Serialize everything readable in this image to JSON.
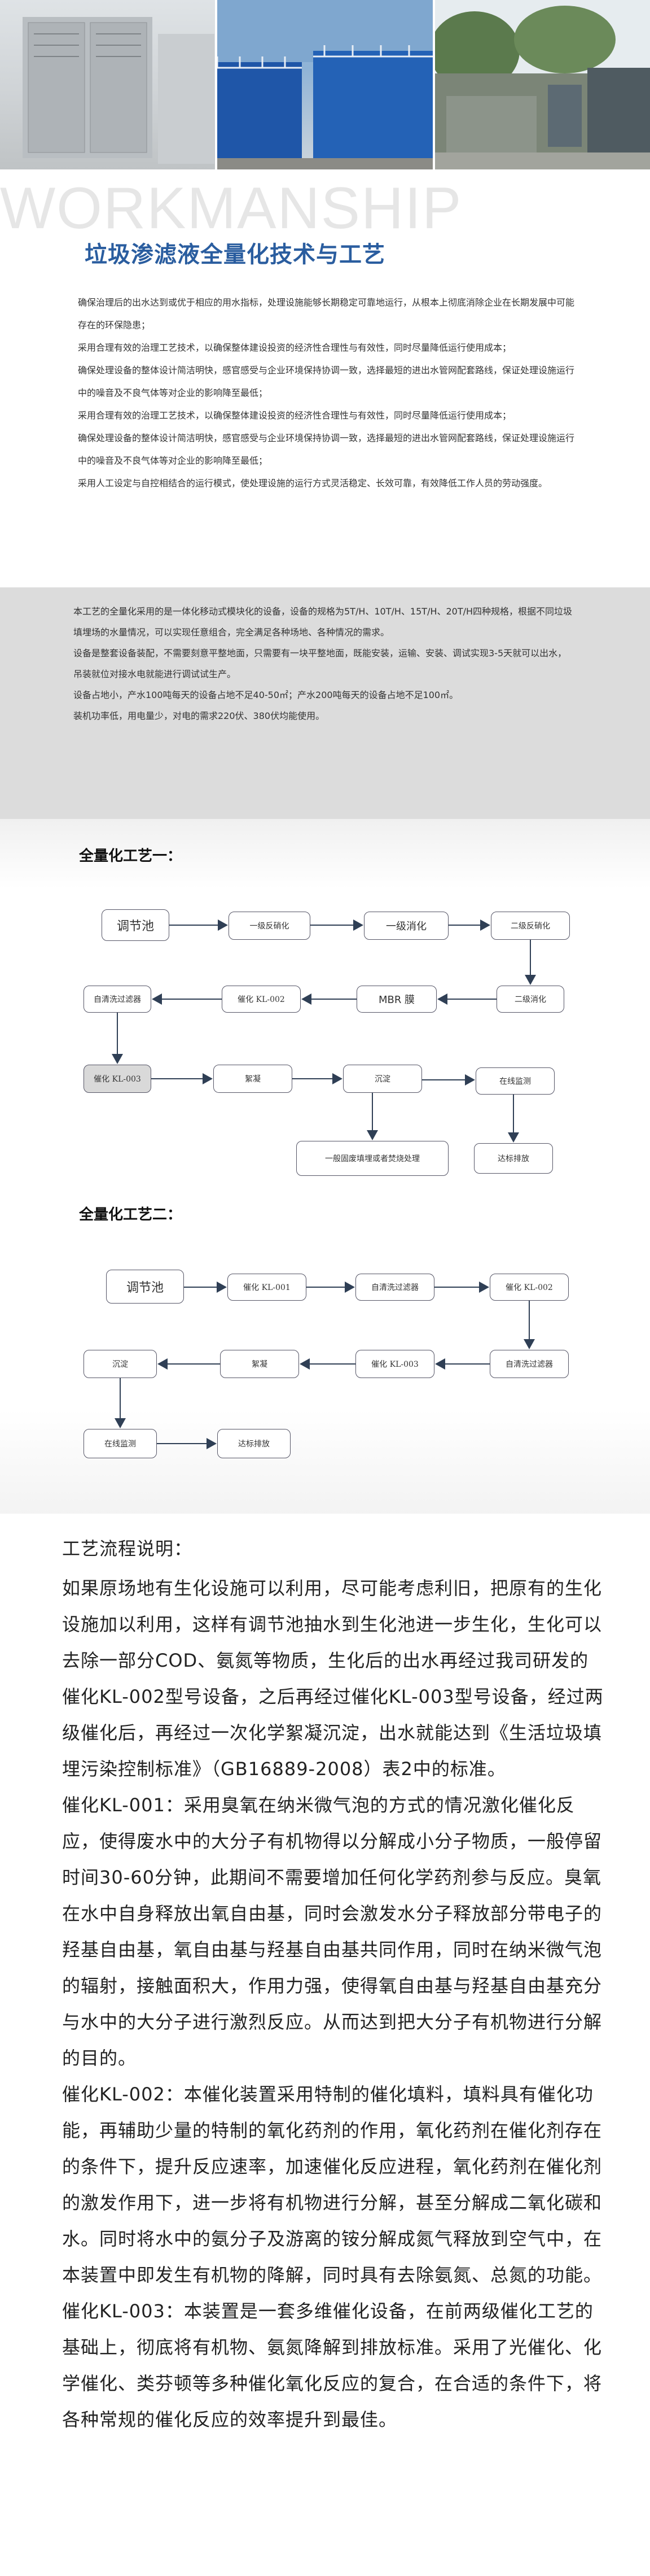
{
  "photos": [
    {
      "label": "container-equipment-photo"
    },
    {
      "label": "tank-plant-photo"
    },
    {
      "label": "outdoor-plant-photo"
    }
  ],
  "watermark": "WORKMANSHIP",
  "title": "垃圾渗滤液全量化技术与工艺",
  "intro": [
    "确保治理后的出水达到或优于相应的用水指标，处理设施能够长期稳定可靠地运行，从根本上彻底消除企业在长期发展中可能存在的环保隐患；",
    "采用合理有效的治理工艺技术，以确保整体建设投资的经济性合理性与有效性，同时尽量降低运行使用成本；",
    "确保处理设备的整体设计简洁明快，感官感受与企业环境保持协调一致，选择最短的进出水管网配套路线，保证处理设施运行中的噪音及不良气体等对企业的影响降至最低；",
    "采用合理有效的治理工艺技术，以确保整体建设投资的经济性合理性与有效性，同时尽量降低运行使用成本；",
    "确保处理设备的整体设计简洁明快，感官感受与企业环境保持协调一致，选择最短的进出水管网配套路线，保证处理设施运行中的噪音及不良气体等对企业的影响降至最低；",
    "采用人工设定与自控相结合的运行模式，使处理设施的运行方式灵活稳定、长效可靠，有效降低工作人员的劳动强度。"
  ],
  "equipment": [
    "本工艺的全量化采用的是一体化移动式模块化的设备，设备的规格为5T/H、10T/H、15T/H、20T/H四种规格，根据不同垃圾填埋场的水量情况，可以实现任意组合，完全满足各种场地、各种情况的需求。",
    "设备是整套设备装配，不需要刻意平整地面，只需要有一块平整地面，既能安装，运输、安装、调试实现3-5天就可以出水，吊装就位对接水电就能进行调试试生产。",
    "设备占地小，产水100吨每天的设备占地不足40-50㎡；产水200吨每天的设备占地不足100㎡。",
    "装机功率低，用电量少，对电的需求220伏、380伏均能使用。"
  ],
  "process1": {
    "heading": "全量化工艺一：",
    "nodes": {
      "tiaojiechi": "调节池",
      "yijisheng": "一级反硝化",
      "yijisheng_hua": "一级消化",
      "erjifan": "二级反硝化",
      "erjixiaohua": "二级消化",
      "mbr": "MBR 膜",
      "kl002": "催化 KL-002",
      "zijing": "自清洗过滤器",
      "kl003": "催化 KL-003",
      "xuning": "絮凝",
      "chendian": "沉淀",
      "jiance": "在线监测",
      "guti": "一般固废填埋或者焚烧处理",
      "dabiao": "达标排放"
    }
  },
  "process2": {
    "heading": "全量化工艺二：",
    "nodes": {
      "tiaojiechi": "调节池",
      "kl001": "催化 KL-001",
      "zijing1": "自清洗过滤器",
      "kl002": "催化 KL-002",
      "chendian": "沉淀",
      "xuning": "絮凝",
      "kl003": "催化 KL-003",
      "zijing2": "自清洗过滤器",
      "jiance": "在线监测",
      "dabiao": "达标排放"
    }
  },
  "description": [
    "工艺流程说明：",
    "如果原场地有生化设施可以利用，尽可能考虑利旧，把原有的生化设施加以利用，这样有调节池抽水到生化池进一步生化，生化可以去除一部分COD、氨氮等物质，生化后的出水再经过我司研发的催化KL-002型号设备，之后再经过催化KL-003型号设备，经过两级催化后，再经过一次化学絮凝沉淀，出水就能达到《生活垃圾填埋污染控制标准》（GB16889-2008）表2中的标准。",
    "催化KL-001：采用臭氧在纳米微气泡的方式的情况激化催化反应，使得废水中的大分子有机物得以分解成小分子物质，一般停留时间30-60分钟，此期间不需要增加任何化学药剂参与反应。臭氧在水中自身释放出氧自由基，同时会激发水分子释放部分带电子的羟基自由基，氧自由基与羟基自由基共同作用，同时在纳米微气泡的辐射，接触面积大，作用力强，使得氧自由基与羟基自由基充分与水中的大分子进行激烈反应。从而达到把大分子有机物进行分解的目的。",
    "催化KL-002：本催化装置采用特制的催化填料，填料具有催化功能，再辅助少量的特制的氧化药剂的作用，氧化药剂在催化剂存在的条件下，提升反应速率，加速催化反应进程，氧化药剂在催化剂的激发作用下，进一步将有机物进行分解，甚至分解成二氧化碳和水。同时将水中的氨分子及游离的铵分解成氮气释放到空气中，在本装置中即发生有机物的降解，同时具有去除氨氮、总氮的功能。",
    "催化KL-003：本装置是一套多维催化设备，在前两级催化工艺的基础上，彻底将有机物、氨氮降解到排放标准。采用了光催化、化学催化、类芬顿等多种催化氧化反应的复合，在合适的条件下，将各种常规的催化反应的效率提升到最佳。"
  ]
}
